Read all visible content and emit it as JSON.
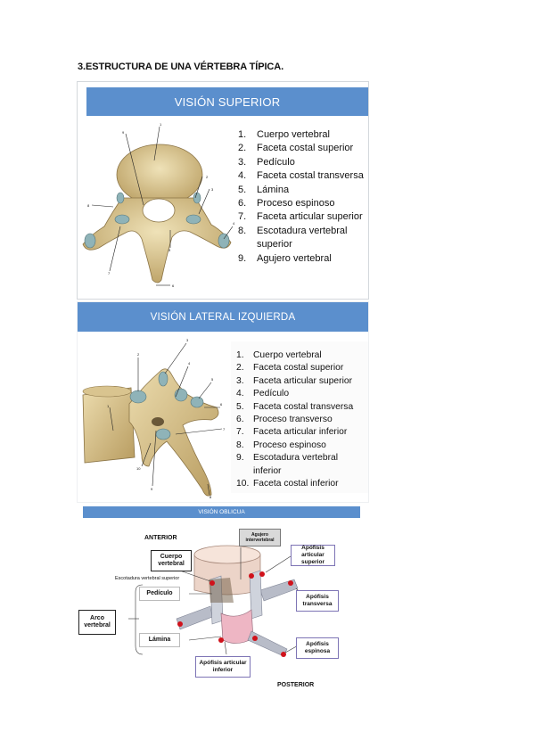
{
  "heading": "3.ESTRUCTURA DE UNA VÉRTEBRA TÍPICA.",
  "superior": {
    "title": "VISIÓN SUPERIOR",
    "items": [
      {
        "num": "1.",
        "text": "Cuerpo vertebral"
      },
      {
        "num": "2.",
        "text": "Faceta costal superior"
      },
      {
        "num": "3.",
        "text": "Pedículo"
      },
      {
        "num": "4.",
        "text": "Faceta costal transversa"
      },
      {
        "num": "5.",
        "text": "Lámina"
      },
      {
        "num": "6.",
        "text": "Proceso espinoso"
      },
      {
        "num": "7.",
        "text": "Faceta articular superior"
      },
      {
        "num": "8.",
        "text": "Escotadura vertebral superior"
      },
      {
        "num": "9.",
        "text": "Agujero vertebral"
      }
    ],
    "figure_numbers": [
      "1",
      "2",
      "3",
      "4",
      "5",
      "6",
      "7",
      "8",
      "9"
    ]
  },
  "lateral": {
    "title": "VISIÓN LATERAL IZQUIERDA",
    "items": [
      {
        "num": "1.",
        "text": "Cuerpo vertebral"
      },
      {
        "num": "2.",
        "text": "Faceta costal superior"
      },
      {
        "num": "3.",
        "text": "Faceta articular superior"
      },
      {
        "num": "4.",
        "text": "Pedículo"
      },
      {
        "num": "5.",
        "text": "Faceta costal transversa"
      },
      {
        "num": "6.",
        "text": "Proceso transverso"
      },
      {
        "num": "7.",
        "text": "Faceta articular inferior"
      },
      {
        "num": "8.",
        "text": "Proceso espinoso"
      },
      {
        "num": "9.",
        "text": "Escotadura vertebral inferior"
      },
      {
        "num": "10.",
        "text": "Faceta costal inferior"
      }
    ],
    "figure_numbers": [
      "1",
      "2",
      "3",
      "4",
      "5",
      "6",
      "7",
      "8",
      "9",
      "10"
    ]
  },
  "oblique": {
    "title": "VISIÓN OBLICUA",
    "anterior": "ANTERIOR",
    "posterior": "POSTERIOR",
    "cuerpo": "Cuerpo vertebral",
    "agujero": "Agujero intervertebral",
    "escotadura": "Escotadura vertebral superior",
    "pediculo": "Pedículo",
    "arco": "Arco vertebral",
    "lamina": "Lámina",
    "apofisis_art_sup": "Apófisis articular superior",
    "apofisis_transversa": "Apófisis transversa",
    "apofisis_espinosa": "Apófisis espinosa",
    "apofisis_art_inf": "Apófisis articular inferior"
  },
  "colors": {
    "header_blue": "#5b8fcd",
    "bone": "#d9c48f",
    "facet": "#8fb3b8",
    "marker_red": "#d0121b",
    "purple_border": "#7d74b5"
  }
}
